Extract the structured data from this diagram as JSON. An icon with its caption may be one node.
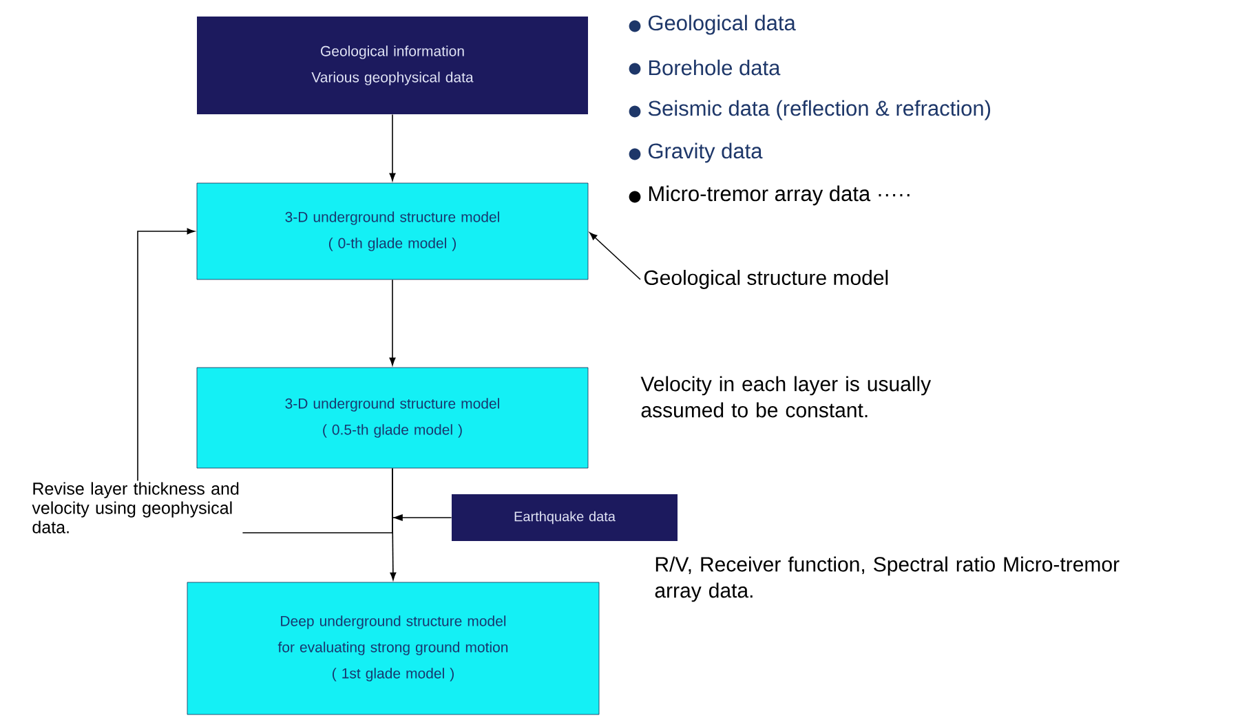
{
  "diagram": {
    "nodes": [
      {
        "text": [
          "Geological information",
          "Various geophysical data"
        ]
      },
      {
        "text": [
          "3-D underground structure model",
          "( 0-th glade model )"
        ]
      },
      {
        "text": [
          "3-D underground structure model",
          "( 0.5-th glade model )"
        ]
      },
      {
        "text": [
          "Earthquake data"
        ]
      },
      {
        "text": [
          "Deep underground structure model for evaluating strong ground motion",
          "( 1st glade model )"
        ]
      },
      {
        "text": [
          "Geological structure model"
        ]
      }
    ],
    "edges": [
      {
        "from": 0,
        "to": 1,
        "arrow": "to"
      },
      {
        "from": 1,
        "to": 2,
        "arrow": "to"
      },
      {
        "from": 2,
        "to": 4,
        "arrow": "to"
      },
      {
        "from": 3,
        "to": 4,
        "arrow": "to"
      },
      {
        "from": 2,
        "to": 1,
        "arrow": "to",
        "label": "Revise layer thickness and velocity using geophysical data."
      },
      {
        "from": 5,
        "to": 1,
        "arrow": "to"
      }
    ],
    "labels": [
      "Geological data",
      "Borehole data",
      "Seismic data (reflection & refraction)",
      "Gravity data",
      "Micro-tremor array data ·····",
      "Velocity in each layer is usually assumed to be constant.",
      "R/V, Receiver function, Spectral ratio Micro-tremor array data."
    ]
  }
}
